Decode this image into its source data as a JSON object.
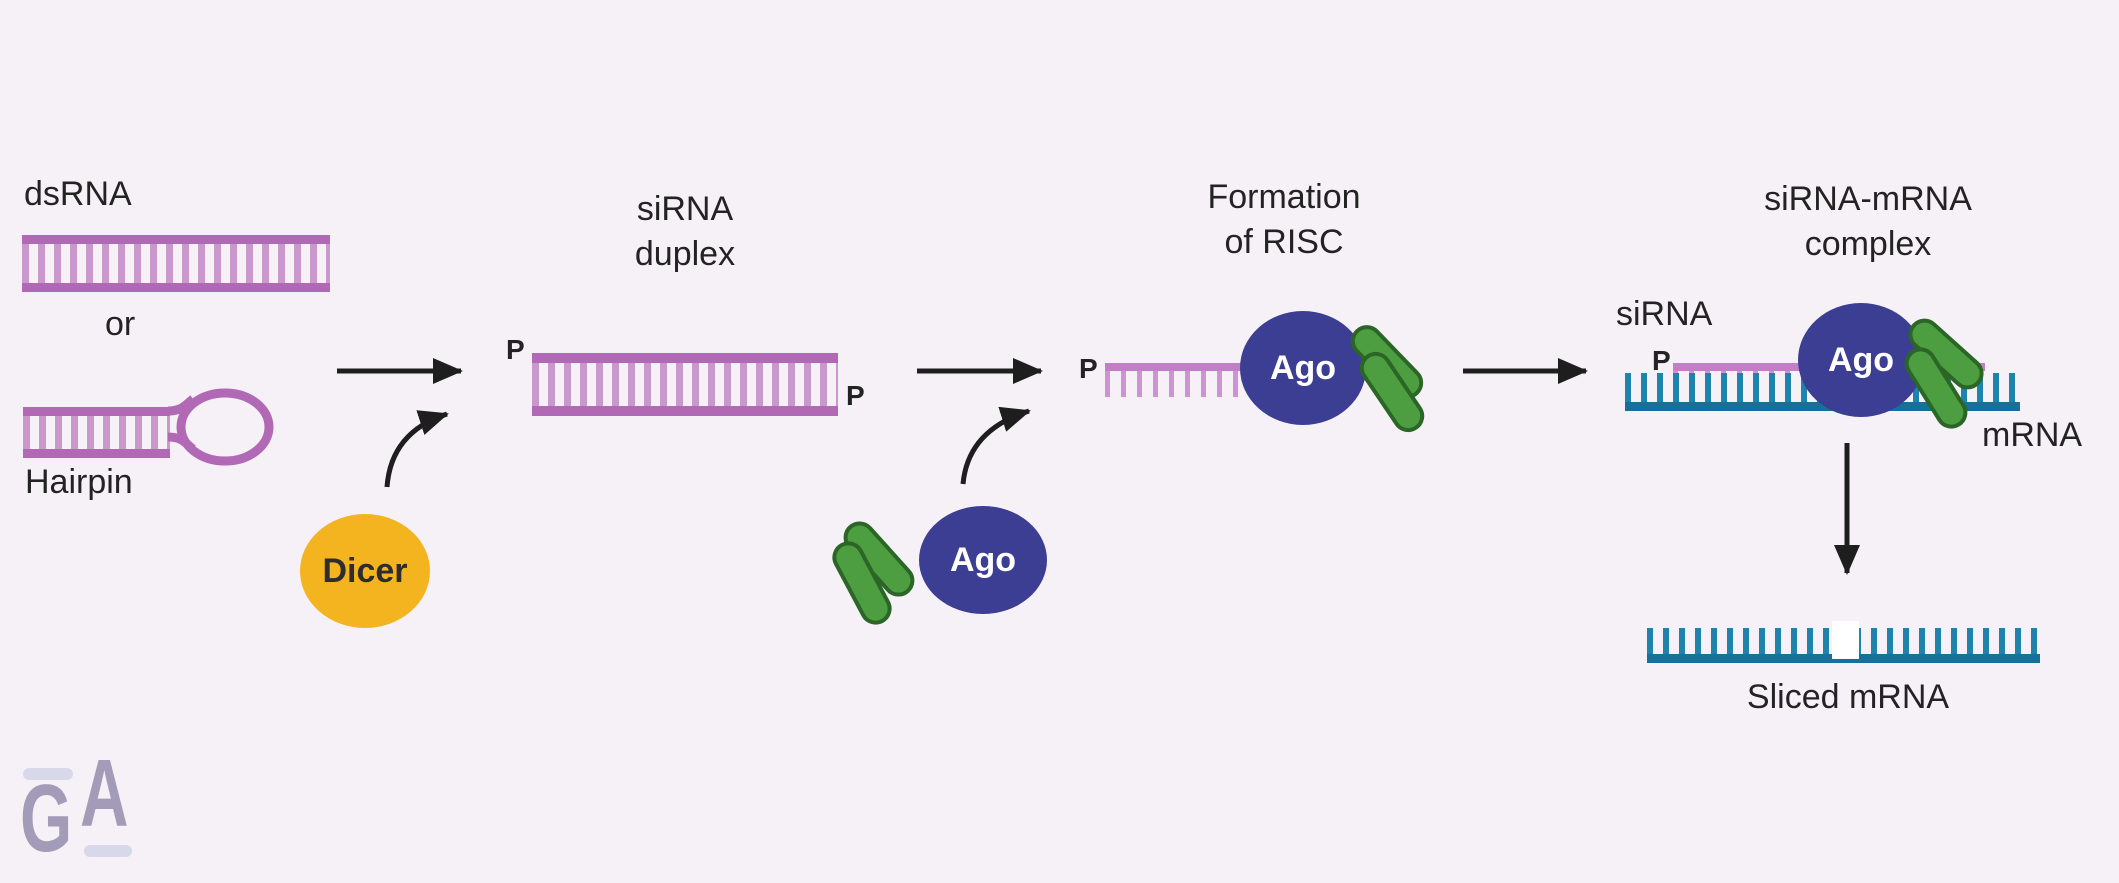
{
  "colors": {
    "background": "#f6f1f6",
    "text": "#232323",
    "arrow": "#1e1e1e",
    "pink": "#b168b5",
    "pink_rung": "#c998cd",
    "pink_line": "#c37ec8",
    "pink_tick": "#cf93d4",
    "teal_line": "#15719c",
    "teal_tick": "#1e84ad",
    "navy": "#3b3e93",
    "yellow": "#f4b41f",
    "dicer_text": "#2d2d2d",
    "ago_text": "#ffffff",
    "green": "#4d9e41",
    "green_dark": "#2b6627",
    "gap": "#ffffff",
    "logo_letter": "#a39cb9",
    "logo_bar": "#d8d8eb"
  },
  "labels": {
    "dsrna": "dsRNA",
    "or": "or",
    "hairpin": "Hairpin",
    "dicer": "Dicer",
    "sirna_duplex_line1": "siRNA",
    "sirna_duplex_line2": "duplex",
    "phosphate": "P",
    "ago": "Ago",
    "risc_line1": "Formation",
    "risc_line2": "of RISC",
    "complex_line1": "siRNA-mRNA",
    "complex_line2": "complex",
    "sirna": "siRNA",
    "mrna": "mRNA",
    "sliced_mrna": "Sliced mRNA"
  },
  "logo": {
    "letter_g": "G",
    "letter_a": "A"
  }
}
